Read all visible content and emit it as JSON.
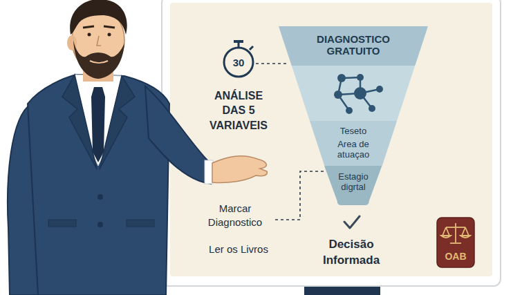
{
  "diagram": {
    "nodes": [
      {
        "text": [
          "DIAGNOSTICO GRATUITO"
        ]
      },
      {
        "text": [
          "Teseto",
          "Area de atuaçao"
        ]
      },
      {
        "text": [
          "Estagio digrtal"
        ]
      },
      {
        "text": [
          "OAB"
        ]
      }
    ],
    "labels": [
      "30",
      "ANÁLISE DAS 5 VARIAVEIS",
      "Marcar Diagnostico",
      "Ler os Livros",
      "Decisão Informada"
    ]
  }
}
